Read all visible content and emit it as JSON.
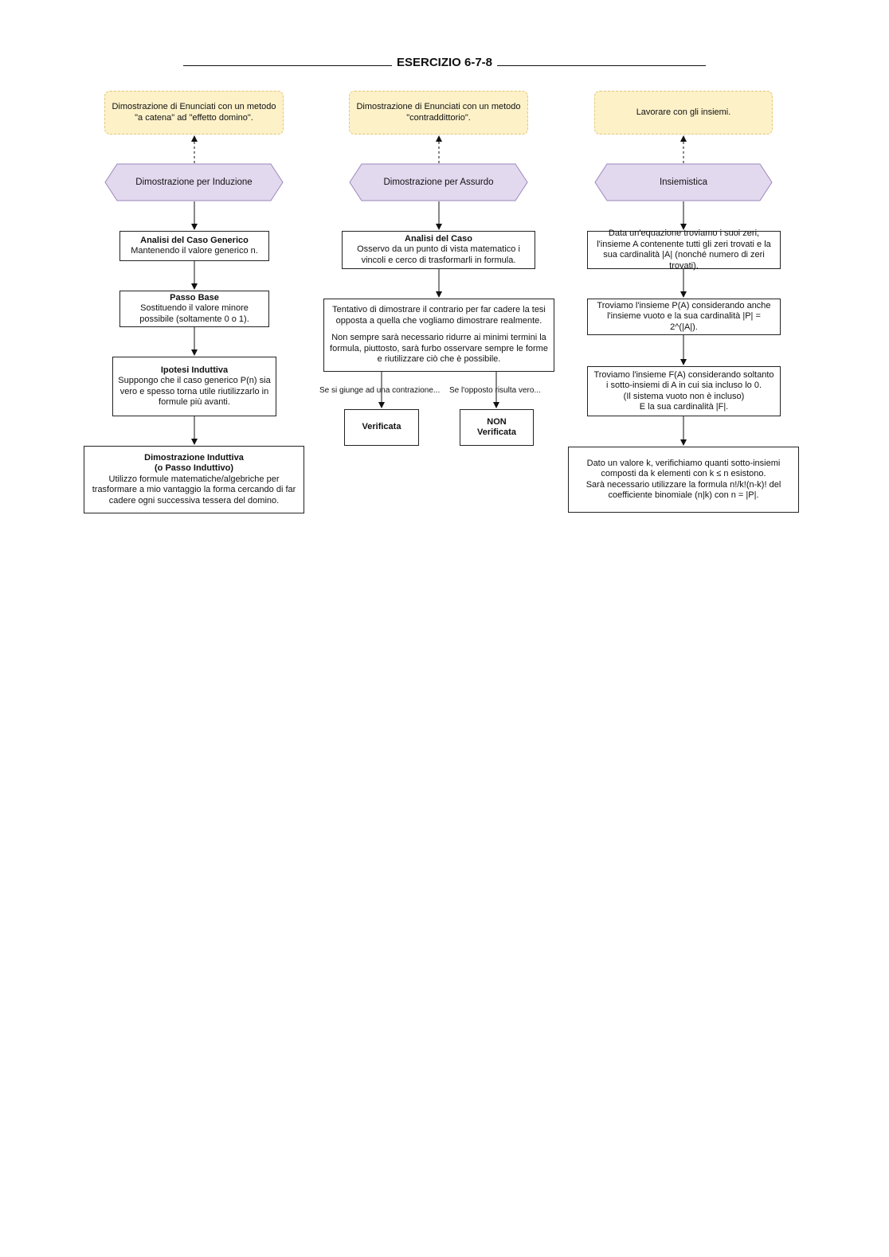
{
  "title": "ESERCIZIO 6-7-8",
  "columns": [
    {
      "note": "Dimostrazione di Enunciati con un metodo \"a catena\" ad \"effetto domino\".",
      "header": "Dimostrazione per Induzione",
      "steps": [
        {
          "title": "Analisi del Caso Generico",
          "text": "Mantenendo il valore generico n."
        },
        {
          "title": "Passo Base",
          "text": "Sostituendo il valore minore possibile (soltamente 0 o 1)."
        },
        {
          "title": "Ipotesi Induttiva",
          "text": "Suppongo che il caso generico P(n) sia vero e spesso torna utile riutilizzarlo in formule più avanti."
        },
        {
          "title": "Dimostrazione Induttiva",
          "title2": "(o Passo Induttivo)",
          "text": "Utilizzo formule matematiche/algebriche per trasformare a mio vantaggio la forma cercando di far cadere ogni successiva tessera del domino."
        }
      ]
    },
    {
      "note": "Dimostrazione di Enunciati con un metodo \"contraddittorio\".",
      "header": "Dimostrazione per Assurdo",
      "steps": [
        {
          "title": "Analisi del Caso",
          "text": "Osservo da un punto di vista matematico i vincoli e cerco di trasformarli in formula."
        },
        {
          "text": "Tentativo di dimostrare il contrario per far cadere la tesi opposta a quella che vogliamo dimostrare realmente.",
          "text2": "Non sempre sarà necessario ridurre ai minimi termini la formula, piuttosto, sarà furbo osservare sempre le forme e riutilizzare ciò che è possibile."
        }
      ],
      "branches": [
        {
          "condition": "Se si giunge ad una contrazione...",
          "result": "Verificata"
        },
        {
          "condition": "Se l'opposto risulta vero...",
          "result": "NON Verificata"
        }
      ]
    },
    {
      "note": "Lavorare con gli insiemi.",
      "header": "Insiemistica",
      "steps": [
        {
          "text": "Data un'equazione troviamo i suoi zeri, l'insieme A contenente tutti gli zeri trovati e la sua cardinalità |A| (nonché numero di zeri trovati)."
        },
        {
          "text": "Troviamo l'insieme P(A) considerando anche l'insieme vuoto e la sua cardinalità |P| = 2^(|A|)."
        },
        {
          "text": "Troviamo l'insieme F(A) considerando soltanto i sotto-insiemi di A in cui sia incluso lo 0.",
          "text2": "(Il sistema vuoto non è incluso)",
          "text3": "E la sua cardinalità |F|."
        },
        {
          "text": "Dato un valore k, verifichiamo quanti sotto-insiemi composti da k elementi con k ≤ n esistono.",
          "text2": "Sarà necessario utilizzare la formula n!/k!(n-k)! del coefficiente binomiale (n|k) con n = |P|."
        }
      ]
    }
  ],
  "colors": {
    "note_fill": "#fdf1c8",
    "note_border": "#e3c77c",
    "hex_fill": "#e3d9ef",
    "hex_border": "#9b87bd"
  }
}
